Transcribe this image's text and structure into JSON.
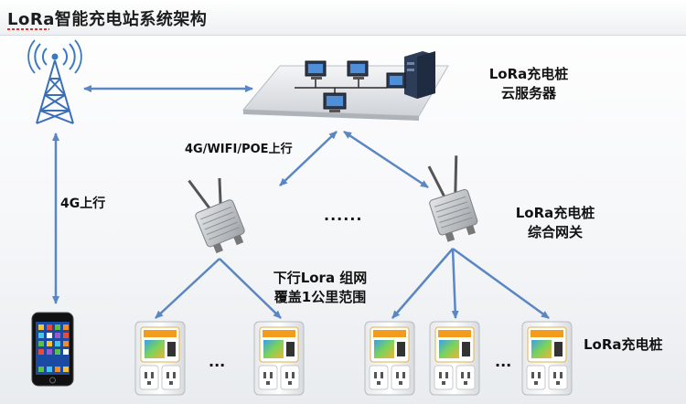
{
  "title": "LoRa智能充电站系统架构",
  "labels": {
    "cloud_server_line1": "LoRa充电桩",
    "cloud_server_line2": "云服务器",
    "uplink_gateway": "4G/WIFI/POE上行",
    "uplink_phone": "4G上行",
    "gateway_line1": "LoRa充电桩",
    "gateway_line2": "综合网关",
    "downlink_line1": "下行Lora 组网",
    "downlink_line2": "覆盖1公里范围",
    "charger": "LoRa充电桩",
    "ellipsis_gateways": "......",
    "ellipsis_chargers_left": "...",
    "ellipsis_chargers_right": "..."
  },
  "colors": {
    "arrow": "#5b86c4",
    "title_underline": "#d33333"
  },
  "icons": [
    "cell-tower-icon",
    "server-network-icon",
    "wireless-gateway-icon",
    "smartphone-icon",
    "charging-pile-icon"
  ]
}
